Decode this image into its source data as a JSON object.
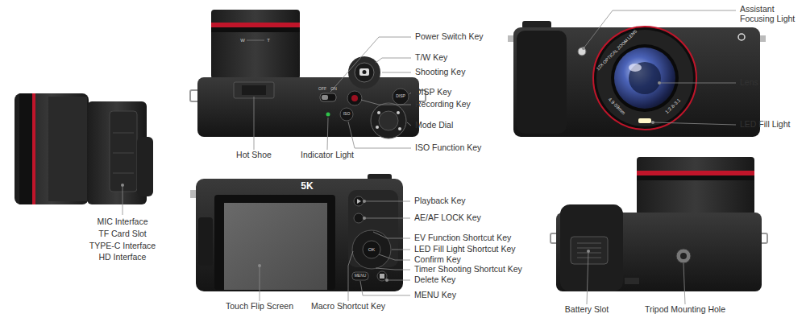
{
  "diagram": {
    "labels": [
      "Power Switch Key",
      "T/W Key",
      "Shooting Key",
      "DISP Key",
      "Recording Key",
      "Mode Dial",
      "ISO Function Key",
      "Hot Shoe",
      "Indicator Light",
      "Assistant Focusing Light",
      "Lens",
      "LED Fill Light",
      "MIC Interface",
      "TF Card Slot",
      "TYPE-C Interface",
      "HD Interface",
      "Playback Key",
      "AE/AF LOCK Key",
      "EV Function Shortcut Key",
      "LED Fill Light Shortcut Key",
      "Confirm Key",
      "Timer Shooting Shortcut Key",
      "Delete Key",
      "MENU Key",
      "Touch Flip Screen",
      "Macro Shortcut Key",
      "Battery Slot",
      "Tripod Mounting Hole",
      "W",
      "T",
      "OFF",
      "ON",
      "DISP",
      "ISO",
      "12X OPTICAL ZOOM LENS",
      "4.9-59mm",
      "1:2.8-3.1",
      "5K",
      "OK",
      "MENU"
    ]
  }
}
